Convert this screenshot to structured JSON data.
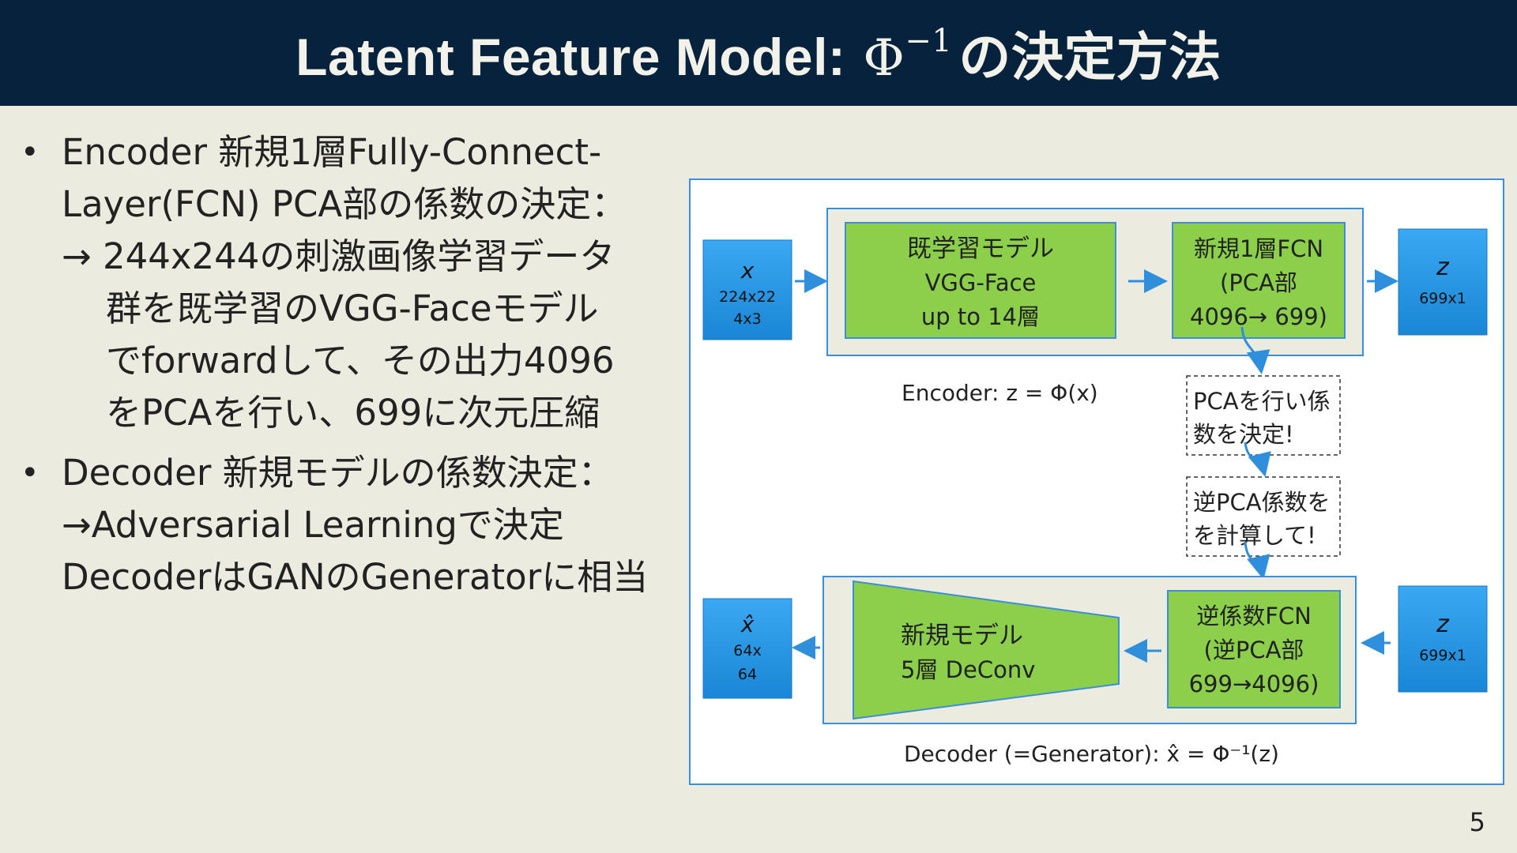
{
  "title": {
    "text": "Latent Feature Model: ",
    "phi": "Φ",
    "sup": "−1",
    "suffix": "の決定方法"
  },
  "bullets": [
    {
      "lines": [
        "Encoder 新規1層Fully-Connect-",
        "Layer(FCN) PCA部の係数の決定：",
        "→ 244x244の刺激画像学習データ",
        "群を既学習のVGG-Faceモデル",
        "でforwardして、その出力4096",
        "をPCAを行い、699に次元圧縮"
      ]
    },
    {
      "lines": [
        "Decoder 新規モデルの係数決定：",
        "→Adversarial Learningで決定",
        "DecoderはGANのGeneratorに相当"
      ]
    }
  ],
  "diagram": {
    "encoder": {
      "input_var": "x",
      "input_dims": [
        "224x22",
        "4x3"
      ],
      "pretrained": [
        "既学習モデル",
        "VGG-Face",
        "up to 14層"
      ],
      "fcn": [
        "新規1層FCN",
        "(PCA部",
        "4096→ 699)"
      ],
      "output_var": "z",
      "output_dims": "699x1",
      "caption": "Encoder: z = Φ(x)"
    },
    "notes": [
      [
        "PCAを行い係",
        "数を決定!"
      ],
      [
        "逆PCA係数を",
        "を計算して!"
      ]
    ],
    "decoder": {
      "output_var": "x̂",
      "output_dims": [
        "64x",
        "64"
      ],
      "deconv": [
        "新規モデル",
        "5層 DeConv"
      ],
      "inv_fcn": [
        "逆係数FCN",
        "(逆PCA部",
        "699→4096)"
      ],
      "input_var": "z",
      "input_dims": "699x1",
      "caption": "Decoder (=Generator): x̂ = Φ⁻¹(z)"
    }
  },
  "page_number": "5",
  "colors": {
    "title_bg": "#06223c",
    "slide_bg": "#ecebe0",
    "blue_box": "#2a9ae8",
    "green_box": "#8ccf4a",
    "arrow": "#2f8fdc"
  }
}
